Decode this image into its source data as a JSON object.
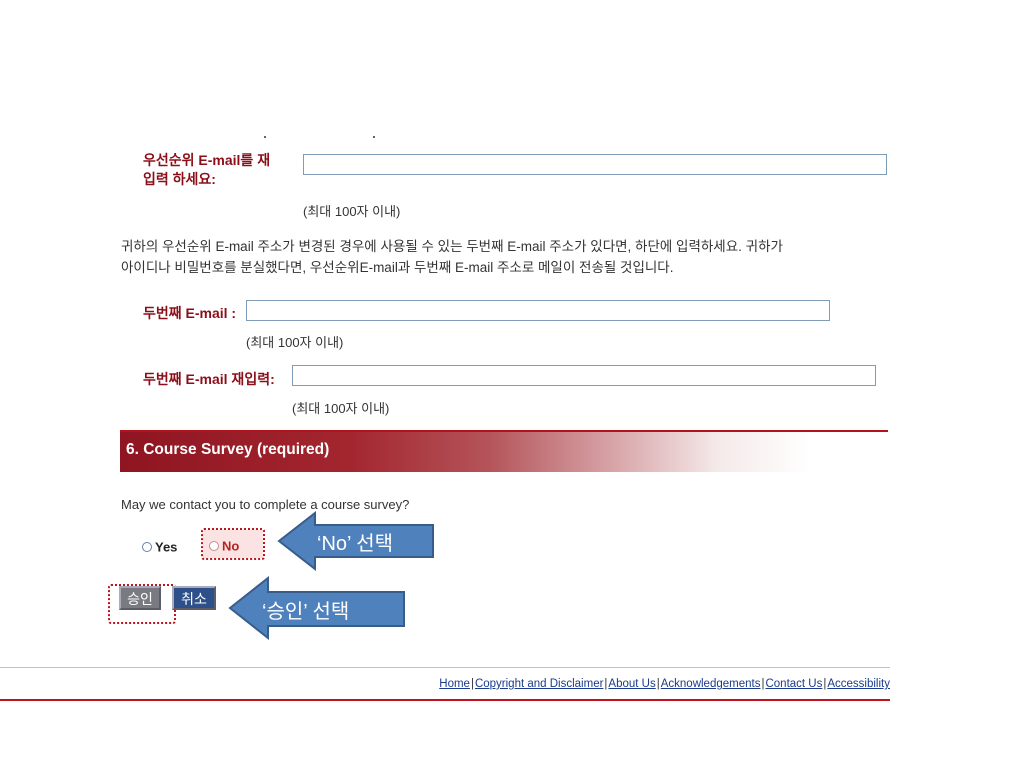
{
  "email_reenter": {
    "label_line1": "우선순위 E-mail를 재",
    "label_line2": "입력 하세요:",
    "value": "",
    "hint": "(최대 100자 이내)"
  },
  "second_email_info": {
    "line1": "귀하의 우선순위 E-mail 주소가 변경된 경우에 사용될 수 있는 두번째 E-mail 주소가 있다면, 하단에 입력하세요. 귀하가",
    "line2": "아이디나 비밀번호를 분실했다면, 우선순위E-mail과 두번째 E-mail 주소로 메일이 전송될 것입니다."
  },
  "second_email": {
    "label": "두번째 E-mail :",
    "value": "",
    "hint": "(최대 100자 이내)"
  },
  "second_email_reenter": {
    "label": "두번째 E-mail 재입력:",
    "value": "",
    "hint": "(최대 100자 이내)"
  },
  "section": {
    "title": "6. Course Survey (required)"
  },
  "survey": {
    "question": "May we contact you to complete a course survey?",
    "option_yes": "Yes",
    "option_no": "No",
    "selected": "No"
  },
  "buttons": {
    "approve": "승인",
    "cancel": "취소"
  },
  "callouts": {
    "no_callout": "‘No’ 선택",
    "approve_callout": "‘승인’ 선택"
  },
  "footer": {
    "links": [
      "Home",
      "Copyright and Disclaimer",
      "About Us",
      "Acknowledgements",
      "Contact Us",
      "Accessibility"
    ]
  },
  "colors": {
    "label_red": "#8b0f1a",
    "section_red": "#8e1521",
    "callout_blue": "#4f81bd",
    "highlight_red": "#c0141c",
    "footer_yellow": "#f0c23a"
  }
}
